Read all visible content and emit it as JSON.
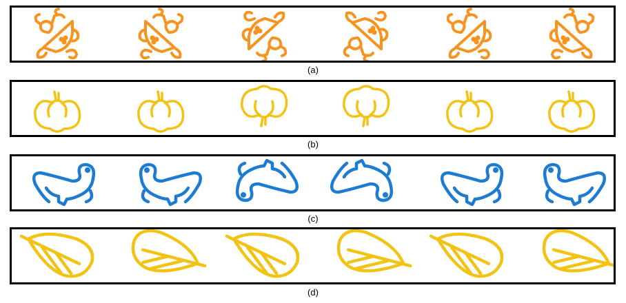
{
  "rows": [
    {
      "caption": "(a)",
      "shape": "ornament-fruit-icon",
      "color": "#F7931E"
    },
    {
      "caption": "(b)",
      "shape": "pumpkin-icon",
      "color": "#F2C314"
    },
    {
      "caption": "(c)",
      "shape": "dinosaur-icon",
      "color": "#1E7BD2"
    },
    {
      "caption": "(d)",
      "shape": "leaf-icon",
      "color": "#F2C314"
    }
  ]
}
